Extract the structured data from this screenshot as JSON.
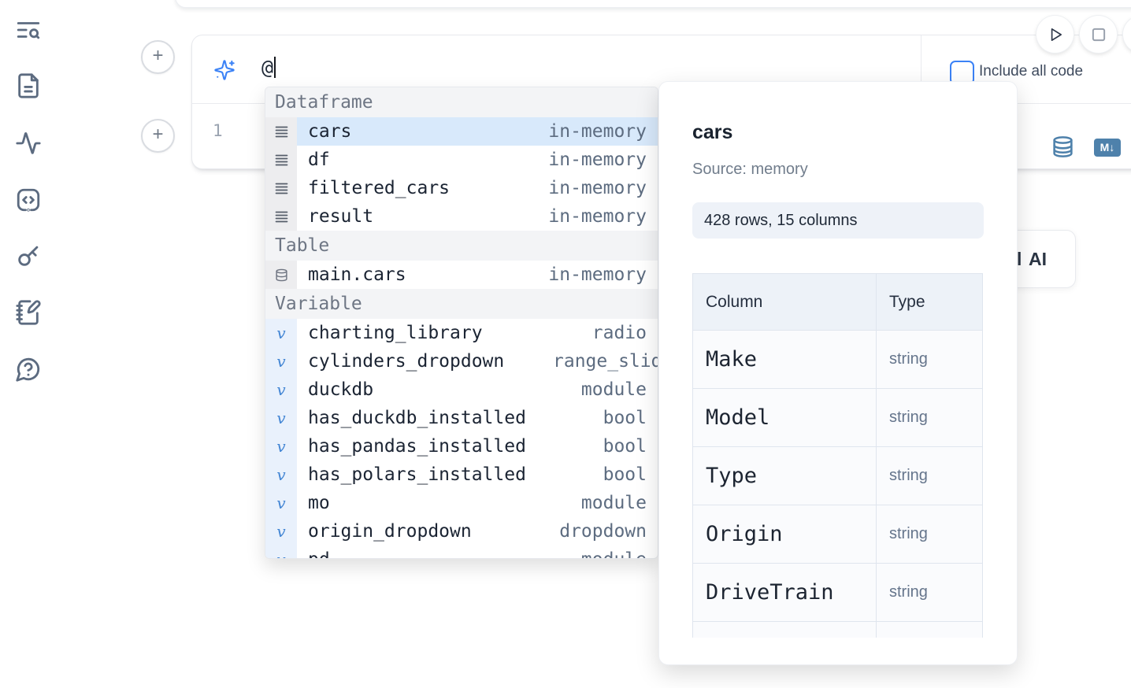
{
  "sidebar": {
    "icons": [
      "text-search-icon",
      "file-document-icon",
      "activity-icon",
      "code-snippet-icon",
      "key-icon",
      "notebook-pen-icon",
      "help-chat-icon"
    ]
  },
  "run_controls": {
    "run_icon": "play-icon",
    "stop_icon": "square-stop-icon",
    "extra_icon": "circle-button-partial"
  },
  "ai_input": {
    "value": "@",
    "sparkle_icon": "sparkles-icon",
    "include_all_code": {
      "label": "Include all code",
      "checked": false
    }
  },
  "editor_cell": {
    "line_number": "1",
    "add_cell_icon": "+",
    "toolbar": {
      "database_icon": "database-icon",
      "markdown_badge_text": "M↓"
    }
  },
  "autocomplete": {
    "variable_glyph": "v",
    "sections": [
      {
        "label": "Dataframe",
        "kind": "dataframe",
        "items": [
          {
            "name": "cars",
            "type": "in-memory",
            "selected": true
          },
          {
            "name": "df",
            "type": "in-memory"
          },
          {
            "name": "filtered_cars",
            "type": "in-memory"
          },
          {
            "name": "result",
            "type": "in-memory"
          }
        ]
      },
      {
        "label": "Table",
        "kind": "table",
        "items": [
          {
            "name": "main.cars",
            "type": "in-memory"
          }
        ]
      },
      {
        "label": "Variable",
        "kind": "variable",
        "items": [
          {
            "name": "charting_library",
            "type": "radio"
          },
          {
            "name": "cylinders_dropdown",
            "type": "range_slider",
            "clipped_type": true
          },
          {
            "name": "duckdb",
            "type": "module"
          },
          {
            "name": "has_duckdb_installed",
            "type": "bool"
          },
          {
            "name": "has_pandas_installed",
            "type": "bool"
          },
          {
            "name": "has_polars_installed",
            "type": "bool"
          },
          {
            "name": "mo",
            "type": "module"
          },
          {
            "name": "origin_dropdown",
            "type": "dropdown"
          },
          {
            "name": "pd",
            "type": "module",
            "partial": true
          }
        ]
      }
    ]
  },
  "preview": {
    "title": "cars",
    "source": "Source: memory",
    "shape_badge": "428 rows, 15 columns",
    "table": {
      "headers": [
        "Column",
        "Type"
      ],
      "rows": [
        [
          "Make",
          "string"
        ],
        [
          "Model",
          "string"
        ],
        [
          "Type",
          "string"
        ],
        [
          "Origin",
          "string"
        ],
        [
          "DriveTrain",
          "string"
        ]
      ]
    }
  },
  "ai_button": {
    "clipped_prefix": "l",
    "visible_label": "AI"
  },
  "colors": {
    "accent_blue": "#3b82f6",
    "steel_blue": "#4e81ab",
    "selection_blue": "#d8e9fb",
    "icon_slate": "#5c6b80"
  }
}
